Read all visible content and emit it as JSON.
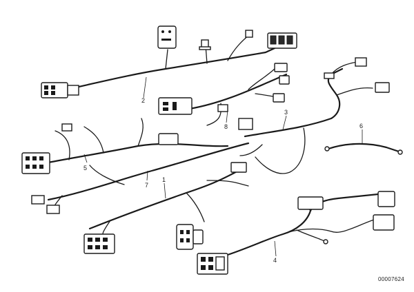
{
  "diagram": {
    "callouts": {
      "c1": "1",
      "c2": "2",
      "c3": "3",
      "c4": "4",
      "c5": "5",
      "c6": "6",
      "c7": "7",
      "c8": "8"
    },
    "document_number": "00007624"
  }
}
